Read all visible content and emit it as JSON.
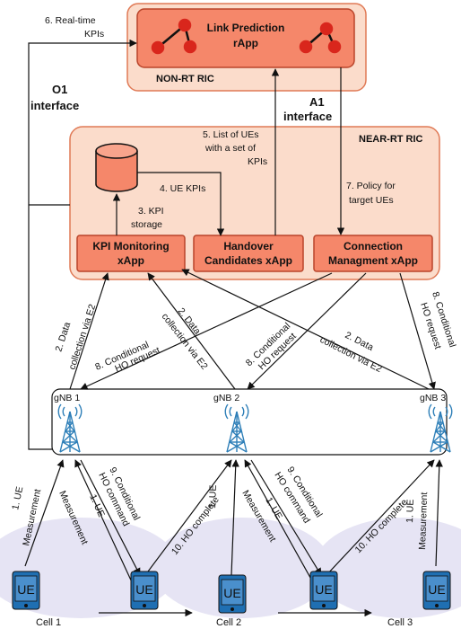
{
  "rics": {
    "non_rt": {
      "label": "NON-RT RIC"
    },
    "near_rt": {
      "label": "NEAR-RT RIC"
    }
  },
  "rapp": {
    "line1": "Link Prediction",
    "line2": "rApp"
  },
  "interfaces": {
    "o1": {
      "line1": "O1",
      "line2": "interface"
    },
    "a1": {
      "line1": "A1",
      "line2": "interface"
    }
  },
  "xapps": {
    "kpi_monitoring": {
      "line1": "KPI Monitoring",
      "line2": "xApp"
    },
    "handover_candidates": {
      "line1": "Handover",
      "line2": "Candidates xApp"
    },
    "connection_management": {
      "line1": "Connection",
      "line2": "Managment xApp"
    }
  },
  "steps": {
    "s1_ue_measurement": {
      "line1": "1. UE",
      "line2": "Measurement"
    },
    "s2_data_collection": {
      "line1": "2. Data",
      "line2": "collection via E2"
    },
    "s3_kpi_storage": {
      "line1": "3. KPI",
      "line2": "storage"
    },
    "s4_ue_kpis": {
      "line1": "4. UE KPIs"
    },
    "s5_list_ues": {
      "line1": "5. List of UEs",
      "line2": "with a set of",
      "line3": "KPIs"
    },
    "s6_realtime_kpis": {
      "line1": "6. Real-time",
      "line2": "KPIs"
    },
    "s7_policy": {
      "line1": "7. Policy for",
      "line2": "target UEs"
    },
    "s8_conditional_ho_request": {
      "line1": "8. Conditional",
      "line2": "HO request"
    },
    "s9_conditional_ho_command": {
      "line1": "9. Conditional",
      "line2": "HO command"
    },
    "s10_ho_complete": {
      "line1": "10. HO complete"
    }
  },
  "gnbs": [
    {
      "label": "gNB 1"
    },
    {
      "label": "gNB 2"
    },
    {
      "label": "gNB 3"
    }
  ],
  "ue_label": "UE",
  "cells": [
    {
      "label": "Cell 1"
    },
    {
      "label": "Cell 2"
    },
    {
      "label": "Cell 3"
    }
  ],
  "colors": {
    "ric_fill": "#fbdccb",
    "ric_stroke": "#e07a56",
    "app_fill": "#f5876a",
    "app_stroke": "#b9442a",
    "gnb_blue": "#2e7fb8",
    "cell_fill": "#e6e4f4",
    "ue_blue": "#1f6fb2",
    "node_red": "#d9261c"
  }
}
